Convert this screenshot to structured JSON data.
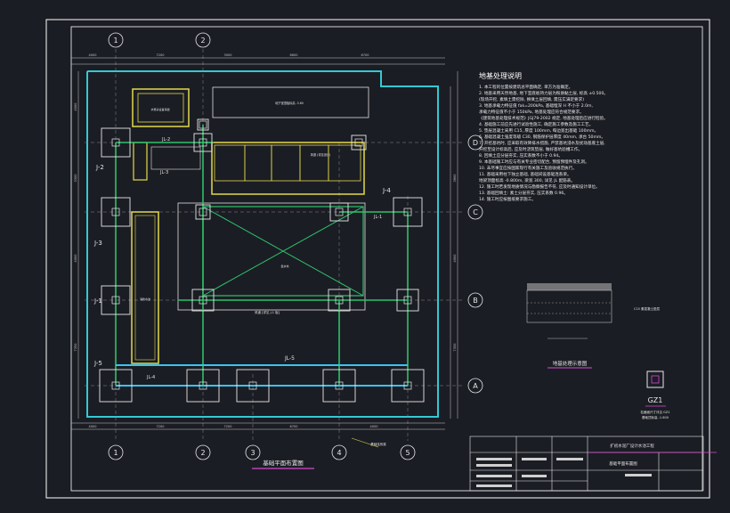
{
  "colors": {
    "background": "#1b1d24",
    "frame": "#ffffff",
    "cyan_outline": "#34c9d3",
    "beam_green": "#2ec26a",
    "tie_beam": "#38c4f0",
    "column_pad": "#e8e8e8",
    "pit_yellow": "#e3d94a",
    "dimension": "#c8c8c8",
    "title_magenta": "#d64ad0"
  },
  "axes": {
    "columns": [
      "1",
      "2",
      "3",
      "4",
      "5"
    ],
    "rows": [
      "A",
      "B",
      "C",
      "D"
    ]
  },
  "dimensions_top": [
    "4000",
    "7200",
    "3000",
    "6600",
    "6700"
  ],
  "dimensions_bottom": [
    "4000",
    "7200",
    "7200",
    "6700",
    "4000"
  ],
  "dimensions_left": [
    "4000",
    "3300",
    "4000",
    "7350"
  ],
  "dimensions_right": [
    "3900",
    "4000",
    "7350"
  ],
  "pile_labels": [
    "J-1",
    "J-2",
    "J-3",
    "J-4",
    "J-5"
  ],
  "beam_labels": [
    "JL-1",
    "JL-2",
    "JL-3",
    "JL-4",
    "JL-5"
  ],
  "plan_labels": {
    "room_top_left": "水泵房设备基础",
    "room_top_middle": "地下室顶板标高 -3.60",
    "tank_right": "风道 (详见设计)",
    "pool_label": "集水坑",
    "duct_label": "风道 [详见 J-1 板]",
    "tie_beam_label": "基础连系梁",
    "room_left": "消防水池"
  },
  "drawing_title": "基础平面布置图",
  "notes": {
    "title": "地基处理说明",
    "lines": [
      "1. 本工程的位置按建筑总平面确定, 单方为准确定。",
      "2. 地基采用天然地基, 地下室底板持力层为粉质黏土层, 标高 ±0.500。",
      "   (现场开挖, 素填土需挖除, 换填土层回填, 需压实满足要求)",
      "3. 地基承载力特征值 fak=200kPa, 基础埋深 H 不小于 2.0m,",
      "   承载力特征值不小于 150kPa, 地基处理应符合规范要求。",
      "   《建筑地基处理技术规范》JGJ79-2002 规定, 地基处理后应进行检验。",
      "4. 基础施工前应先进行试验性施工, 确定施工参数及施工工艺。",
      "5. 垫层混凝土采用 C15, 厚度 100mm, 每边宽出基础 100mm。",
      "6. 基础混凝土强度等级 C30, 钢筋保护层厚度 40mm, 承台 50mm。",
      "7. 开挖基坑时, 应采取有效降排水措施, 严禁基坑浸水及扰动基底土层,",
      "   开挖至设计标高后, 应及时浇筑垫层, 做好基坑验槽工作。",
      "8. 回填土应分层夯实, 压实系数不小于 0.94。",
      "9. 本基础施工时应与有关专业密切配合, 预留预埋件及孔洞。",
      "10. 未尽事宜应按国家现行有关施工及验收规范执行。",
      "11. 基础采用柱下独立基础, 基础间设基础连系梁。",
      "    地梁顶面标高 -0.800m, 梁宽 300, 详见 JL 配筋表。",
      "12. 施工时若发现地质情况与勘察报告不符, 应及时通知设计单位。",
      "13. 基础回填土: 素土分层夯实, 压实系数 0.96。",
      "14. 施工时应按图纸要求施工。"
    ]
  },
  "detail": {
    "section_label": "地基处理示意图",
    "layer_note": "C15 素混凝土垫层",
    "column_title": "GZ1",
    "column_note1": "柱截面尺寸详见 GZ1",
    "column_note2": "基础顶标高 -1.600"
  },
  "title_block": {
    "project": "扩初水泥厂设计水池工程",
    "drawing": "基础平面布置图"
  }
}
